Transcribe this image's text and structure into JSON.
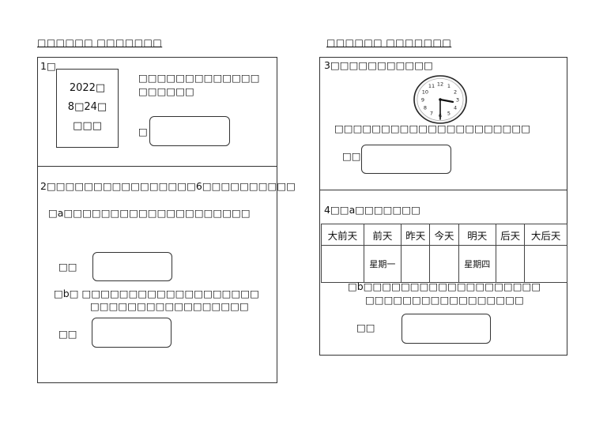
{
  "headers": {
    "left": "□□□□□□ □□□□□□□",
    "right": "□□□□□□ □□□□□□□"
  },
  "q1": {
    "number": "1□",
    "date_lines": [
      "2022□",
      "8□24□",
      "□□□"
    ],
    "question_line1": "□□□□□□□□□□□□□",
    "question_line2": "□□□□□□",
    "answer_label": "□"
  },
  "q2": {
    "intro": "2□□□□□□□□□□□□□□□□6□□□□□□□□□□",
    "a_text": "□a□□□□□□□□□□□□□□□□□□□□",
    "a_answer_label": "□□",
    "b_text_line1": "□b□ □□□□□□□□□□□□□□□□□□□",
    "b_text_line2": "□□□□□□□□□□□□□□□□□",
    "b_answer_label": "□□"
  },
  "q3": {
    "title": "3□□□□□□□□□□□",
    "question": "□□□□□□□□□□□□□□□□□□□□□",
    "answer_label": "□□",
    "clock_numbers": [
      "12",
      "1",
      "2",
      "3",
      "4",
      "5",
      "6",
      "7",
      "8",
      "9",
      "10",
      "11"
    ]
  },
  "q4": {
    "title": "4□□a□□□□□□□",
    "table_headers": [
      "大前天",
      "前天",
      "昨天",
      "今天",
      "明天",
      "后天",
      "大后天"
    ],
    "table_cells": [
      "",
      "星期一",
      "",
      "",
      "星期四",
      "",
      ""
    ],
    "b_text_line1": "□b□□□□□□□□□□□□□□□□□□□",
    "b_text_line2": "□□□□□□□□□□□□□□□□□",
    "answer_label": "□□"
  }
}
